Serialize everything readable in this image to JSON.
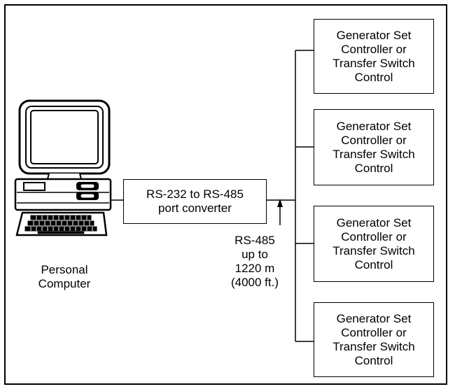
{
  "computer": {
    "label": "Personal\nComputer",
    "icon": "personal-computer-icon"
  },
  "converter": {
    "label": "RS-232 to RS-485\nport converter"
  },
  "bus": {
    "label": "RS-485\nup to\n1220 m\n(4000 ft.)"
  },
  "devices": [
    {
      "label": "Generator Set\nController or\nTransfer Switch\nControl"
    },
    {
      "label": "Generator Set\nController or\nTransfer Switch\nControl"
    },
    {
      "label": "Generator Set\nController or\nTransfer Switch\nControl"
    },
    {
      "label": "Generator Set\nController or\nTransfer Switch\nControl"
    }
  ]
}
